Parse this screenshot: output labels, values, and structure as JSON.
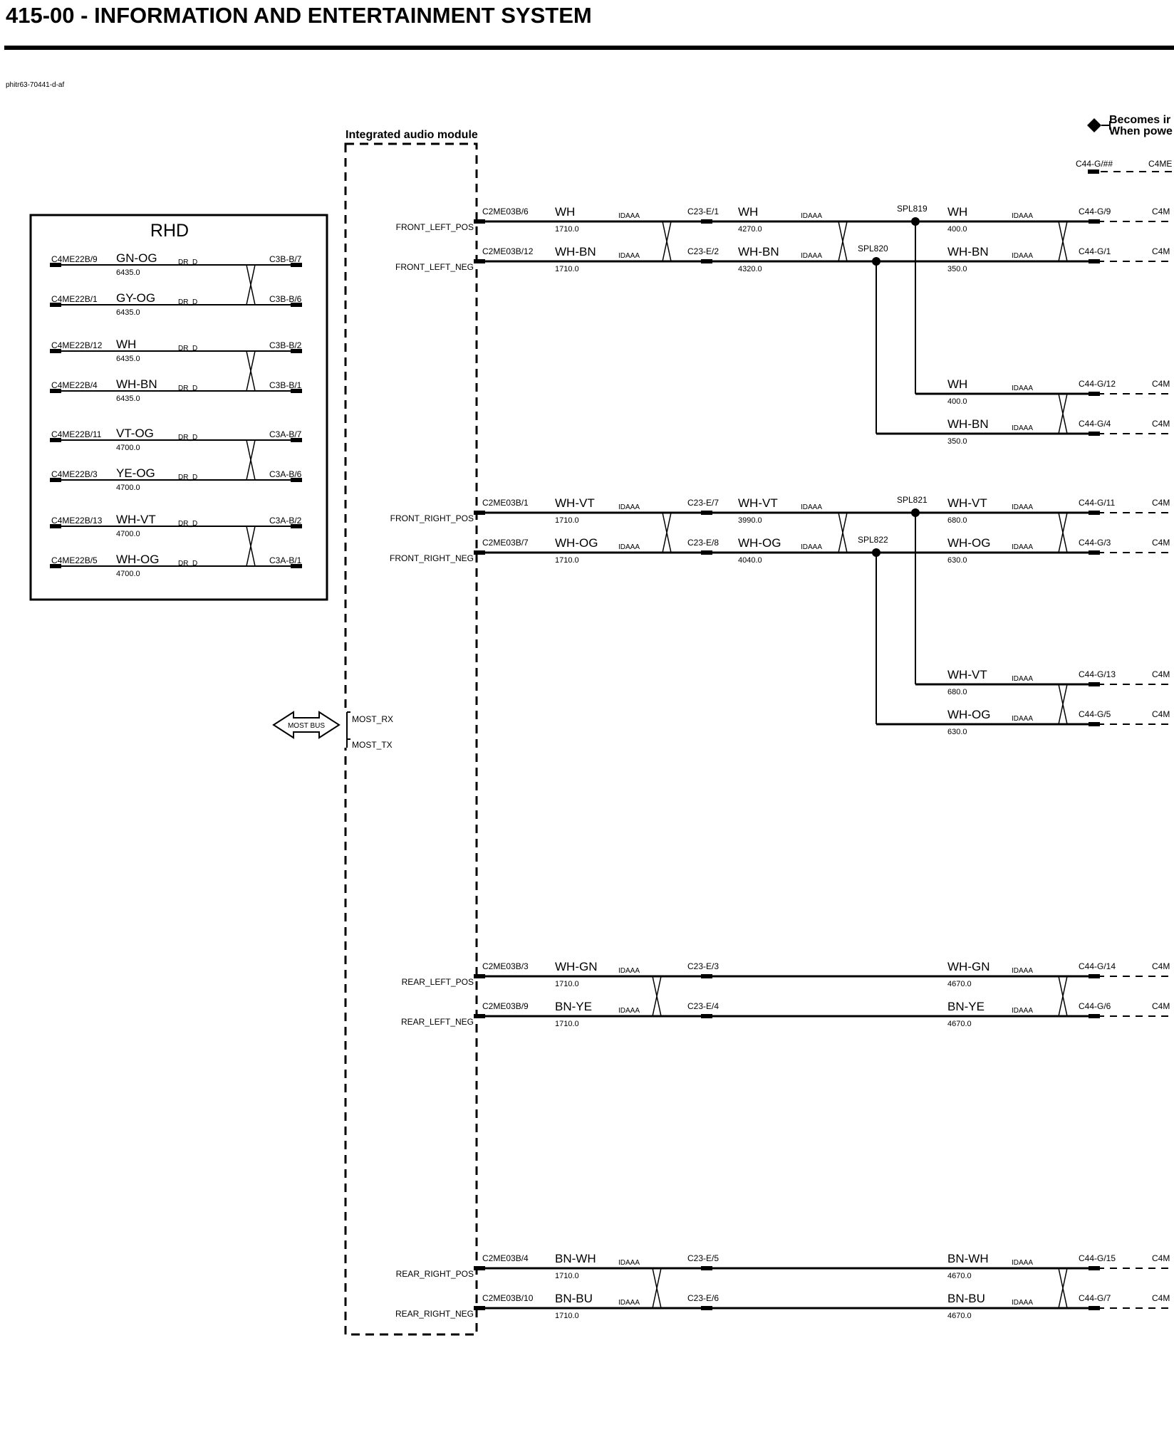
{
  "header": {
    "title": "415-00 - INFORMATION AND ENTERTAINMENT SYSTEM",
    "ref_code": "phitr63-70441-d-af"
  },
  "module": {
    "name": "Integrated audio module",
    "most_rx": "MOST_RX",
    "most_tx": "MOST_TX",
    "most_bus": "MOST BUS"
  },
  "legend": {
    "line1": "Becomes ir",
    "line2": "When powe",
    "conn_a": "C44-G/##",
    "conn_b": "C4ME"
  },
  "rhd": {
    "title": "RHD",
    "rows": [
      {
        "from": "C4ME22B/9",
        "wire": "GN-OG",
        "len": "6435.0",
        "type": "DR_D",
        "to": "C3B-B/7"
      },
      {
        "from": "C4ME22B/1",
        "wire": "GY-OG",
        "len": "6435.0",
        "type": "DR_D",
        "to": "C3B-B/6"
      },
      {
        "from": "C4ME22B/12",
        "wire": "WH",
        "len": "6435.0",
        "type": "DR_D",
        "to": "C3B-B/2"
      },
      {
        "from": "C4ME22B/4",
        "wire": "WH-BN",
        "len": "6435.0",
        "type": "DR_D",
        "to": "C3B-B/1"
      },
      {
        "from": "C4ME22B/11",
        "wire": "VT-OG",
        "len": "4700.0",
        "type": "DR_D",
        "to": "C3A-B/7"
      },
      {
        "from": "C4ME22B/3",
        "wire": "YE-OG",
        "len": "4700.0",
        "type": "DR_D",
        "to": "C3A-B/6"
      },
      {
        "from": "C4ME22B/13",
        "wire": "WH-VT",
        "len": "4700.0",
        "type": "DR_D",
        "to": "C3A-B/2"
      },
      {
        "from": "C4ME22B/5",
        "wire": "WH-OG",
        "len": "4700.0",
        "type": "DR_D",
        "to": "C3A-B/1"
      }
    ]
  },
  "circuits": [
    {
      "pos_signal": "FRONT_LEFT_POS",
      "neg_signal": "FRONT_LEFT_NEG",
      "pos": {
        "pin": "C2ME03B/6",
        "wire1": "WH",
        "len1": "1710.0",
        "mid": "C23-E/1",
        "wire2": "WH",
        "len2": "4270.0",
        "spl": "SPL819",
        "wire3": "WH",
        "len3": "400.0",
        "end": "C44-G/9"
      },
      "neg": {
        "pin": "C2ME03B/12",
        "wire1": "WH-BN",
        "len1": "1710.0",
        "mid": "C23-E/2",
        "wire2": "WH-BN",
        "len2": "4320.0",
        "spl": "SPL820",
        "wire3": "WH-BN",
        "len3": "350.0",
        "end": "C44-G/1"
      },
      "branch_pos": {
        "wire": "WH",
        "len": "400.0",
        "end": "C44-G/12"
      },
      "branch_neg": {
        "wire": "WH-BN",
        "len": "350.0",
        "end": "C44-G/4"
      }
    },
    {
      "pos_signal": "FRONT_RIGHT_POS",
      "neg_signal": "FRONT_RIGHT_NEG",
      "pos": {
        "pin": "C2ME03B/1",
        "wire1": "WH-VT",
        "len1": "1710.0",
        "mid": "C23-E/7",
        "wire2": "WH-VT",
        "len2": "3990.0",
        "spl": "SPL821",
        "wire3": "WH-VT",
        "len3": "680.0",
        "end": "C44-G/11"
      },
      "neg": {
        "pin": "C2ME03B/7",
        "wire1": "WH-OG",
        "len1": "1710.0",
        "mid": "C23-E/8",
        "wire2": "WH-OG",
        "len2": "4040.0",
        "spl": "SPL822",
        "wire3": "WH-OG",
        "len3": "630.0",
        "end": "C44-G/3"
      },
      "branch_pos": {
        "wire": "WH-VT",
        "len": "680.0",
        "end": "C44-G/13"
      },
      "branch_neg": {
        "wire": "WH-OG",
        "len": "630.0",
        "end": "C44-G/5"
      }
    },
    {
      "pos_signal": "REAR_LEFT_POS",
      "neg_signal": "REAR_LEFT_NEG",
      "pos": {
        "pin": "C2ME03B/3",
        "wire1": "WH-GN",
        "len1": "1710.0",
        "mid": "C23-E/3",
        "wire3": "WH-GN",
        "len3": "4670.0",
        "end": "C44-G/14"
      },
      "neg": {
        "pin": "C2ME03B/9",
        "wire1": "BN-YE",
        "len1": "1710.0",
        "mid": "C23-E/4",
        "wire3": "BN-YE",
        "len3": "4670.0",
        "end": "C44-G/6"
      }
    },
    {
      "pos_signal": "REAR_RIGHT_POS",
      "neg_signal": "REAR_RIGHT_NEG",
      "pos": {
        "pin": "C2ME03B/4",
        "wire1": "BN-WH",
        "len1": "1710.0",
        "mid": "C23-E/5",
        "wire3": "BN-WH",
        "len3": "4670.0",
        "end": "C44-G/15"
      },
      "neg": {
        "pin": "C2ME03B/10",
        "wire1": "BN-BU",
        "len1": "1710.0",
        "mid": "C23-E/6",
        "wire3": "BN-BU",
        "len3": "4670.0",
        "end": "C44-G/7"
      }
    }
  ],
  "wire_type": "IDAAA",
  "truncated_end_label": "C4M"
}
